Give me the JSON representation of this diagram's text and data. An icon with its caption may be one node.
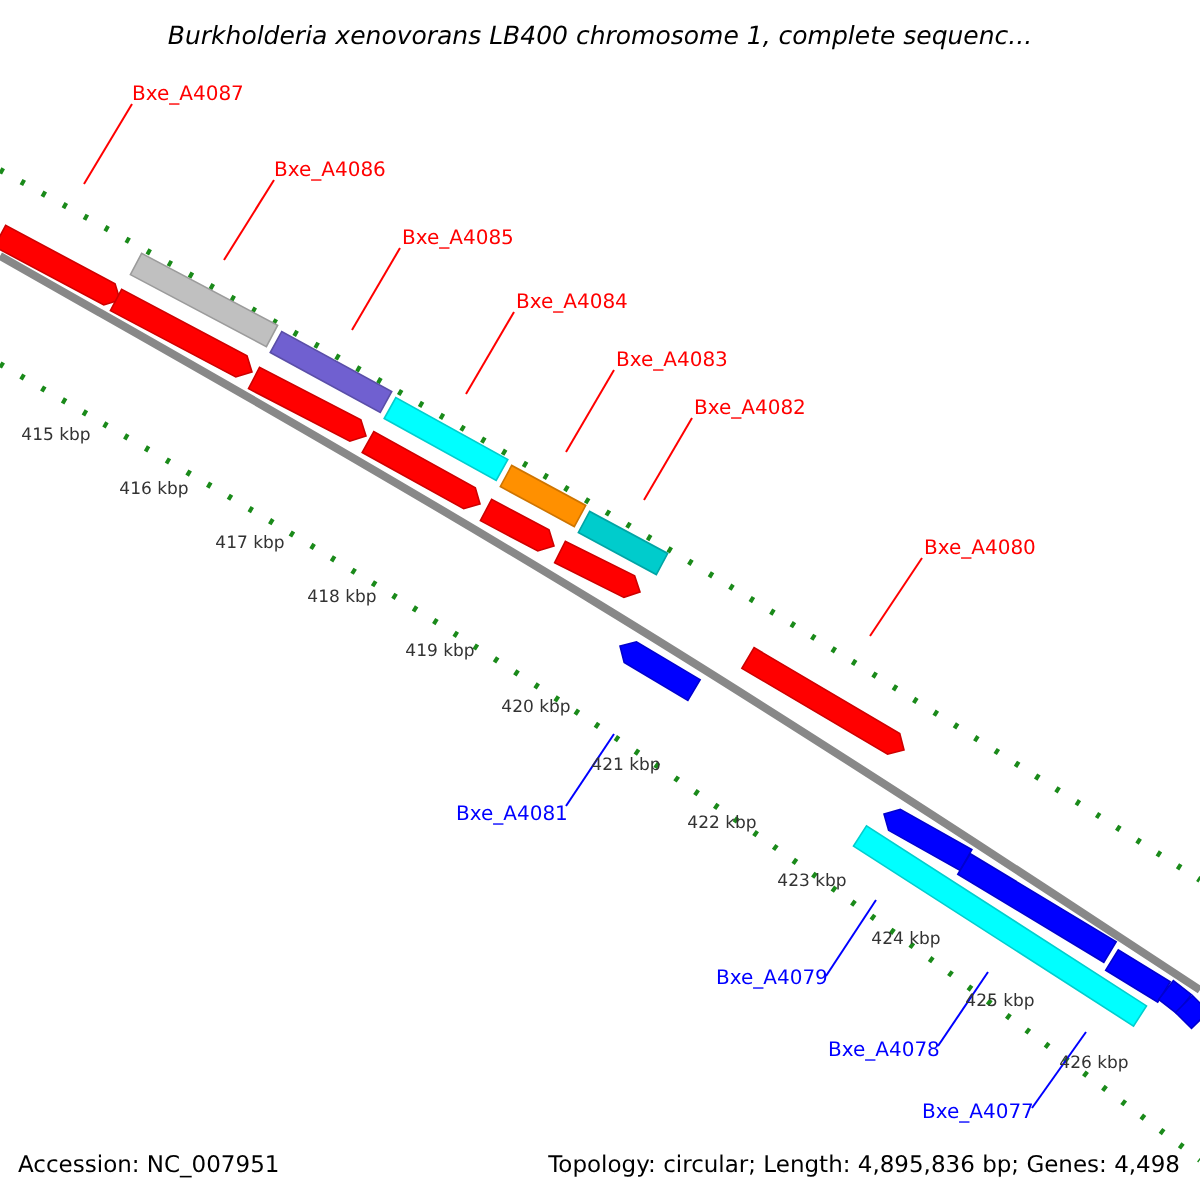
{
  "diagram": {
    "title": "Burkholderia xenovorans LB400 chromosome 1, complete sequenc...",
    "nodes": [
      {
        "text": [
          "Bxe_A4087"
        ]
      },
      {
        "text": [
          "Bxe_A4086"
        ]
      },
      {
        "text": [
          "Bxe_A4085"
        ]
      },
      {
        "text": [
          "Bxe_A4084"
        ]
      },
      {
        "text": [
          "Bxe_A4083"
        ]
      },
      {
        "text": [
          "Bxe_A4082"
        ]
      },
      {
        "text": [
          "Bxe_A4080"
        ]
      },
      {
        "text": [
          "Bxe_A4081"
        ]
      },
      {
        "text": [
          "Bxe_A4079"
        ]
      },
      {
        "text": [
          "Bxe_A4078"
        ]
      },
      {
        "text": [
          "Bxe_A4077"
        ]
      }
    ],
    "edges": [
      {
        "from": 0,
        "to": null,
        "arrow": "none"
      },
      {
        "from": 1,
        "to": null,
        "arrow": "none"
      },
      {
        "from": 2,
        "to": null,
        "arrow": "none"
      },
      {
        "from": 3,
        "to": null,
        "arrow": "none"
      },
      {
        "from": 4,
        "to": null,
        "arrow": "none"
      },
      {
        "from": 5,
        "to": null,
        "arrow": "none"
      },
      {
        "from": 6,
        "to": null,
        "arrow": "none"
      },
      {
        "from": 7,
        "to": null,
        "arrow": "none",
        "color": "#0000ff"
      },
      {
        "from": 8,
        "to": null,
        "arrow": "none",
        "color": "#0000ff"
      },
      {
        "from": 9,
        "to": null,
        "arrow": "none",
        "color": "#0000ff"
      },
      {
        "from": 10,
        "to": null,
        "arrow": "none",
        "color": "#0000ff"
      }
    ],
    "labels": [
      "415 kbp",
      "416 kbp",
      "417 kbp",
      "418 kbp",
      "419 kbp",
      "420 kbp",
      "421 kbp",
      "422 kbp",
      "423 kbp",
      "424 kbp",
      "425 kbp",
      "426 kbp",
      "Accession: NC_007951",
      "Topology: circular; Length: 4,895,836 bp; Genes: 4,498"
    ]
  }
}
